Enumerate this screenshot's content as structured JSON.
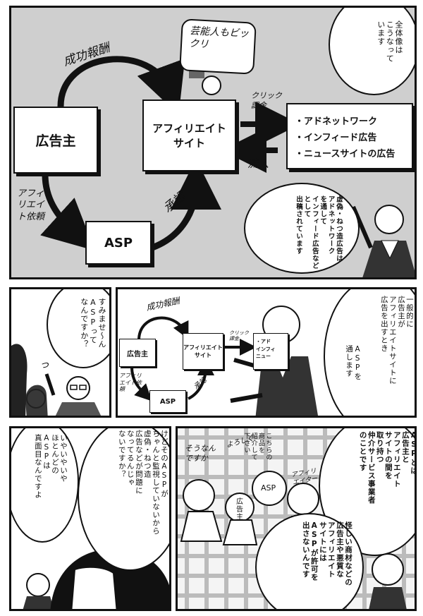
{
  "p1": {
    "label_reward": "成功報酬",
    "sign_text": "芸能人もビックリ",
    "label_click": "クリック課金",
    "label_inflow": "流入",
    "label_request": "アフィリエイト依頼",
    "label_approve": "承認",
    "box_advertiser": "広告主",
    "box_affiliate": "アフィリエイトサイト",
    "box_asp": "ASP",
    "networks": [
      "・アドネットワーク",
      "・インフィード広告",
      "・ニュースサイトの広告"
    ],
    "bubble_top": "全体像は\nこうなって\nいます",
    "bubble_explain": "虚偽・ねつ造広告は\nアドネットワーク\nを通して\nインフィード広告など\nとして\n出稿されています"
  },
  "p2": {
    "bubble": "すみませ～ん\nASPって\nなんですか？",
    "sfx": "っ"
  },
  "p3": {
    "label_reward": "成功報酬",
    "box_advertiser": "広告主",
    "box_affiliate": "アフィリエイトサイト",
    "box_asp": "ASP",
    "label_click": "クリック課金",
    "network_stub": "・アド\nインフィ\nニュー",
    "label_request": "アフィリエイト依頼",
    "label_approve": "承認",
    "text_main": "一般的に\n広告主が\nアフィリエイトサイトに\n広告を出すとき",
    "text_asp": "ASPを\n通します"
  },
  "p4": {
    "bubble_b": "いやいやいや\nほとんどの\nASPは\n真面目なんですよ",
    "bubble_a": "けどそのASPが\nちゃんと監視していないから\n虚偽・ねつ造\n広告などが問題に\nなってるんじゃ\nないですか？"
  },
  "p5": {
    "text_def": "ASPとは\n広告主と\nアフィリエイト\nサイトの間を\n取り持つ\n仲介サービス事業者\nのことです",
    "sfx_intro": "こちらの\n商品を\n紹介して\n下さい",
    "sfx_ok": "よろしく",
    "sfx_souna": "そうなん\nですか",
    "label_advertiser": "広告主",
    "label_asp": "ASP",
    "label_affiliate": "アフィリエイター",
    "bubble_bottom": "怪しい商材などの\n広告主や悪質な\nアフィリエイト\nサイトには\nASPが許可を\n出さないんです"
  }
}
